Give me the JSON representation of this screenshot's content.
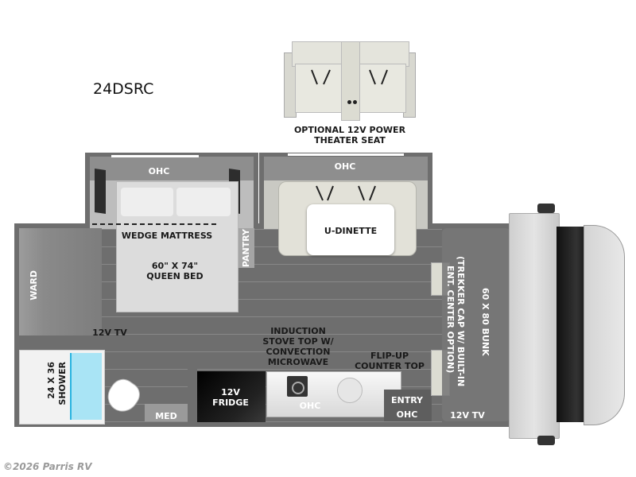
{
  "model": "24DSRC",
  "copyright": "©2026 Parris RV",
  "optional_seat": {
    "label_line1": "OPTIONAL 12V POWER",
    "label_line2": "THEATER SEAT"
  },
  "rooms": {
    "bed_slide_ohc": "OHC",
    "dinette_slide_ohc": "OHC",
    "wedge_mattress": "WEDGE MATTRESS",
    "queen_bed_line1": "60\" X 74\"",
    "queen_bed_line2": "QUEEN BED",
    "pantry": "PANTRY",
    "wardrobe": "WARD",
    "rear_tv": "12V TV",
    "u_dinette": "U-DINETTE",
    "stove_line1": "INDUCTION",
    "stove_line2": "STOVE TOP W/",
    "stove_line3": "CONVECTION",
    "stove_line4": "MICROWAVE",
    "flip_counter_line1": "FLIP-UP",
    "flip_counter_line2": "COUNTER TOP",
    "shower_line1": "24 X 36",
    "shower_line2": "SHOWER",
    "med": "MED",
    "fridge_line1": "12V",
    "fridge_line2": "FRIDGE",
    "galley_ohc": "OHC",
    "entry": "ENTRY",
    "entry_ohc": "OHC",
    "bunk_line1": "60 X 80 BUNK",
    "bunk_line2": "(TREKKER CAP W/ BUILT-IN",
    "bunk_line3": "ENT. CENTER OPTION)",
    "cab_tv": "12V TV"
  },
  "colors": {
    "wall": "#6e6e6e",
    "floor": "#d4bd96",
    "shower_glass": "#a9e4f5",
    "fridge": "#111111",
    "bunk": "#8a8a8a"
  }
}
